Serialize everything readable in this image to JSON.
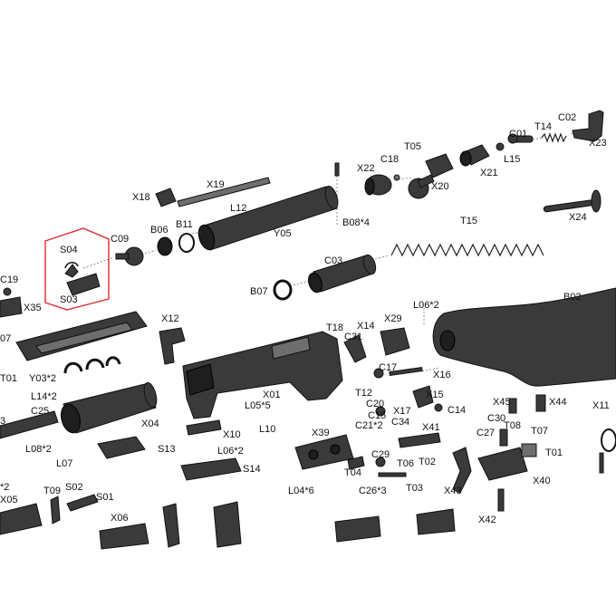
{
  "highlight_color": "#e0282e",
  "part_color": "#3a3a3a",
  "labels": {
    "C02": "C02",
    "T14": "T14",
    "C01": "C01",
    "X23": "X23",
    "T05": "T05",
    "C18": "C18",
    "X22": "X22",
    "X21": "X21",
    "L15": "L15",
    "X20": "X20",
    "X19": "X19",
    "X18": "X18",
    "L12": "L12",
    "Y05": "Y05",
    "B08x4": "B08*4",
    "X24": "X24",
    "T15": "T15",
    "C09": "C09",
    "B06": "B06",
    "B11": "B11",
    "S04": "S04",
    "S03": "S03",
    "C03": "C03",
    "B07": "B07",
    "C19": "C19",
    "X35": "X35",
    "B02": "B02",
    "L06x2a": "L06*2",
    "X12": "X12",
    "T18": "T18",
    "X14": "X14",
    "X29": "X29",
    "C31": "C31",
    "O07": "07",
    "Y03x2": "Y03*2",
    "T01a": "T01",
    "L14x2": "L14*2",
    "X01": "X01",
    "C17": "C17",
    "X16": "X16",
    "T12": "T12",
    "X15": "X15",
    "C20": "C20",
    "C15": "C15",
    "C14": "C14",
    "L05x5": "L05*5",
    "X17": "X17",
    "X45": "X45",
    "X44": "X44",
    "X11": "X11",
    "C25": "C25",
    "X04": "X04",
    "C21x2": "C21*2",
    "C34": "C34",
    "X41": "X41",
    "C30": "C30",
    "T08": "T08",
    "L10": "L10",
    "X39": "X39",
    "X10": "X10",
    "C27": "C27",
    "T07": "T07",
    "L08x2": "L08*2",
    "S13": "S13",
    "L06x2b": "L06*2",
    "L07": "L07",
    "C29": "C29",
    "T01b": "T01",
    "T04": "T04",
    "T06": "T06",
    "T02": "T02",
    "X40": "X40",
    "S14": "S14",
    "L04x6": "L04*6",
    "C26x3": "C26*3",
    "T03": "T03",
    "X43": "X43",
    "T09": "T09",
    "S02": "S02",
    "S01": "S01",
    "X05": "X05",
    "X06": "X06",
    "X42": "X42",
    "n2": "*2",
    "Z3": "3"
  }
}
